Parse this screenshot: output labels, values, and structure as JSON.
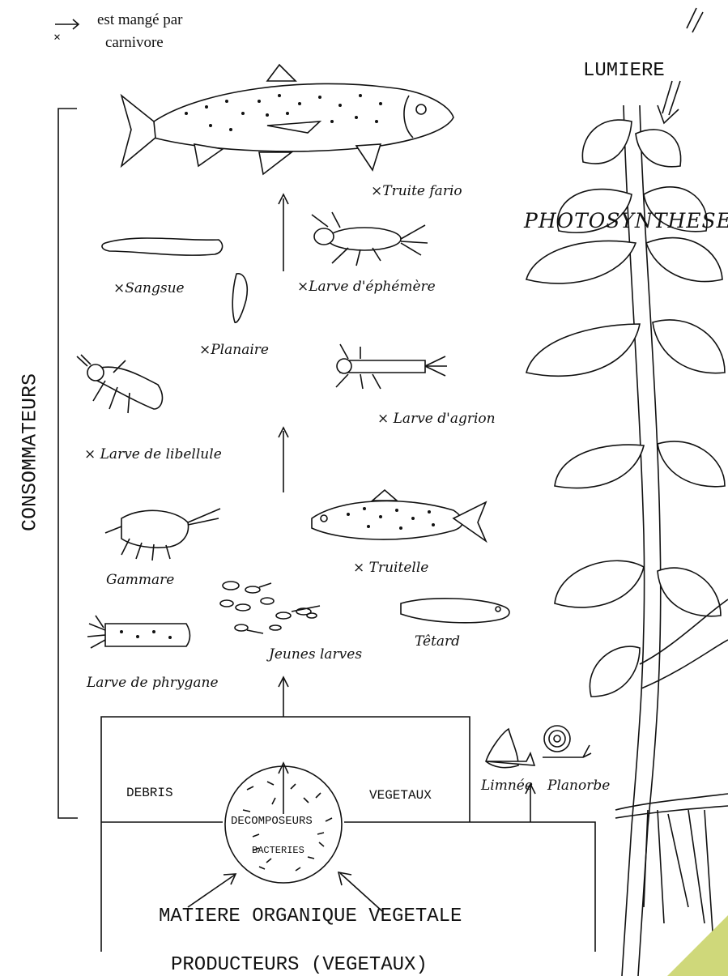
{
  "legend": {
    "arrow_symbol": "→",
    "arrow_text": "est mangé par",
    "carnivore_symbol": "×",
    "carnivore_text": "carnivore"
  },
  "side_label": "CONSOMMATEURS",
  "light_label": "LUMIERE",
  "photosynthesis_label": "PHOTOSYNTHESE",
  "organisms": {
    "truite_fario": "×Truite fario",
    "sangsue": "×Sangsue",
    "larve_ephemere": "×Larve d'éphémère",
    "planaire": "×Planaire",
    "larve_libellule": "× Larve de libellule",
    "larve_agrion": "× Larve d'agrion",
    "gammare": "Gammare",
    "truitelle": "× Truitelle",
    "jeunes_larves": "Jeunes larves",
    "tetard": "Têtard",
    "larve_phrygane": "Larve de phrygane",
    "limnee": "Limnée",
    "planorbe": "Planorbe"
  },
  "debris_box": {
    "left_label": "DEBRIS",
    "right_label": "VEGETAUX",
    "decomposeurs": "DECOMPOSEURS",
    "bacteries": "BACTERIES"
  },
  "producers": {
    "matiere": "MATIERE ORGANIQUE VEGETALE",
    "producteurs": "PRODUCTEURS (VEGETAUX)"
  },
  "colors": {
    "ink": "#111111",
    "page_corner": "#cfd87a"
  }
}
